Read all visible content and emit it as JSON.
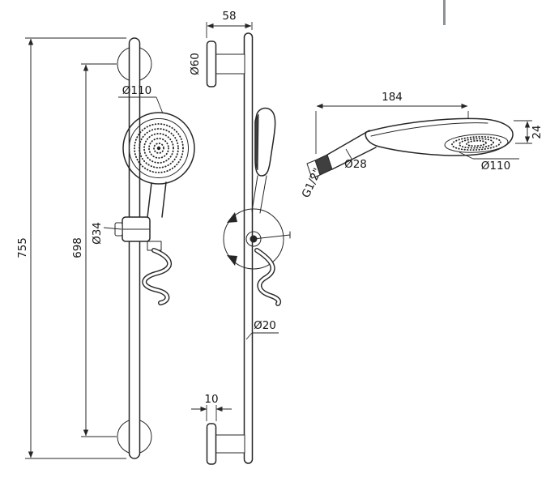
{
  "drawing": {
    "front_view": {
      "overall_height": "755",
      "center_distance": "698",
      "head_diameter": "Ø110",
      "slider_diameter": "Ø34"
    },
    "side_view": {
      "wall_offset": "58",
      "flange_diameter": "Ø60",
      "rail_diameter": "Ø20",
      "flange_thickness": "10"
    },
    "handshower": {
      "length": "184",
      "head_height": "24",
      "handle_diameter": "Ø28",
      "connection_thread": "G1/2\"",
      "face_diameter": "Ø110"
    }
  },
  "colors": {
    "line": "#262626",
    "background": "#ffffff",
    "artifact_gray": "#8d9296"
  }
}
